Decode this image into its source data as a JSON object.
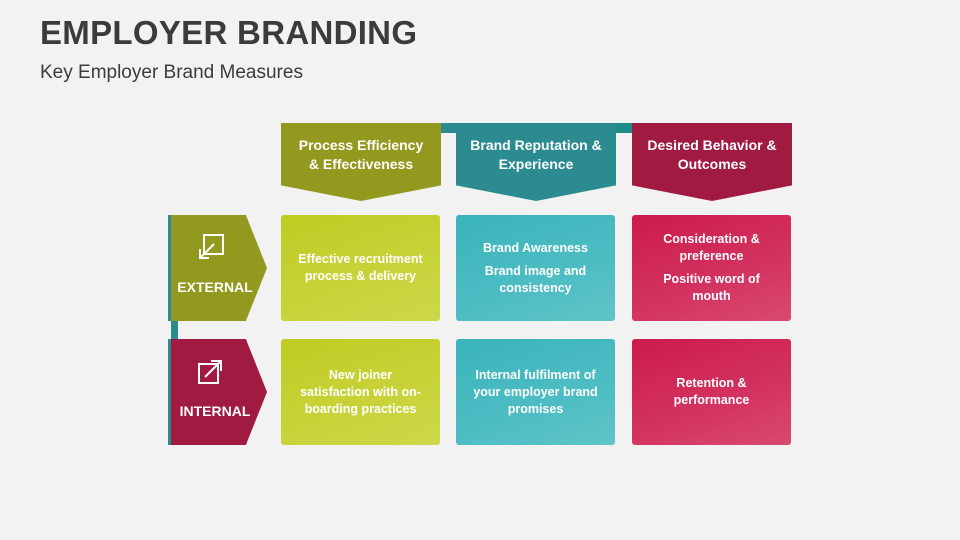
{
  "title": "EMPLOYER BRANDING",
  "subtitle": "Key Employer Brand Measures",
  "colors": {
    "green_dark": "#93991e",
    "green_light": "#c3ce2e",
    "teal_dark": "#2b8b91",
    "teal_light": "#45b8bf",
    "red_dark": "#a11a42",
    "red_light": "#d02a57"
  },
  "columns": [
    {
      "label": "Process Efficiency & Effectiveness"
    },
    {
      "label": "Brand Reputation & Experience"
    },
    {
      "label": "Desired Behavior & Outcomes"
    }
  ],
  "rows": [
    {
      "label": "EXTERNAL",
      "icon": "arrow-in-corner-icon",
      "cells": [
        {
          "lines": [
            "Effective recruitment process & delivery"
          ]
        },
        {
          "lines": [
            "Brand Awareness",
            "Brand image and consistency"
          ]
        },
        {
          "lines": [
            "Consideration & preference",
            "Positive word of mouth"
          ]
        }
      ]
    },
    {
      "label": "INTERNAL",
      "icon": "arrow-out-corner-icon",
      "cells": [
        {
          "lines": [
            "New joiner satisfaction with on-boarding practices"
          ]
        },
        {
          "lines": [
            "Internal fulfilment of your employer brand promises"
          ]
        },
        {
          "lines": [
            "Retention & performance"
          ]
        }
      ]
    }
  ]
}
